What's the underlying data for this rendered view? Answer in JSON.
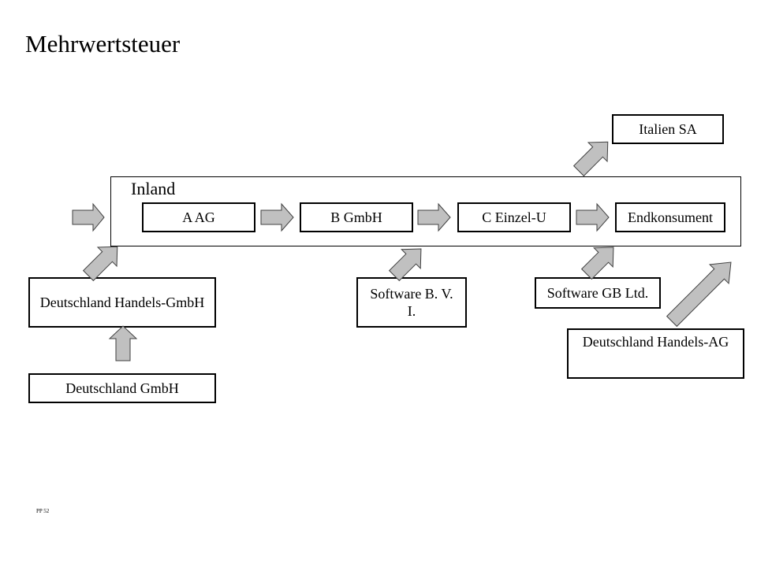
{
  "title": "Mehrwertsteuer",
  "region": {
    "label": "Inland"
  },
  "chain": {
    "a": "A AG",
    "b": "B GmbH",
    "c": "C Einzel-U",
    "end": "Endkonsument"
  },
  "external": {
    "italien": "Italien SA",
    "de_handels_gmbh": "Deutschland Handels-GmbH",
    "de_gmbh": "Deutschland GmbH",
    "software_bv": "Software B. V. I.",
    "software_gb": "Software GB Ltd.",
    "de_handels_ag": "Deutschland Handels-AG"
  },
  "footnote": "PP 52",
  "colors": {
    "arrow_fill": "#c0c0c0",
    "arrow_stroke": "#404040",
    "border": "#000000"
  }
}
